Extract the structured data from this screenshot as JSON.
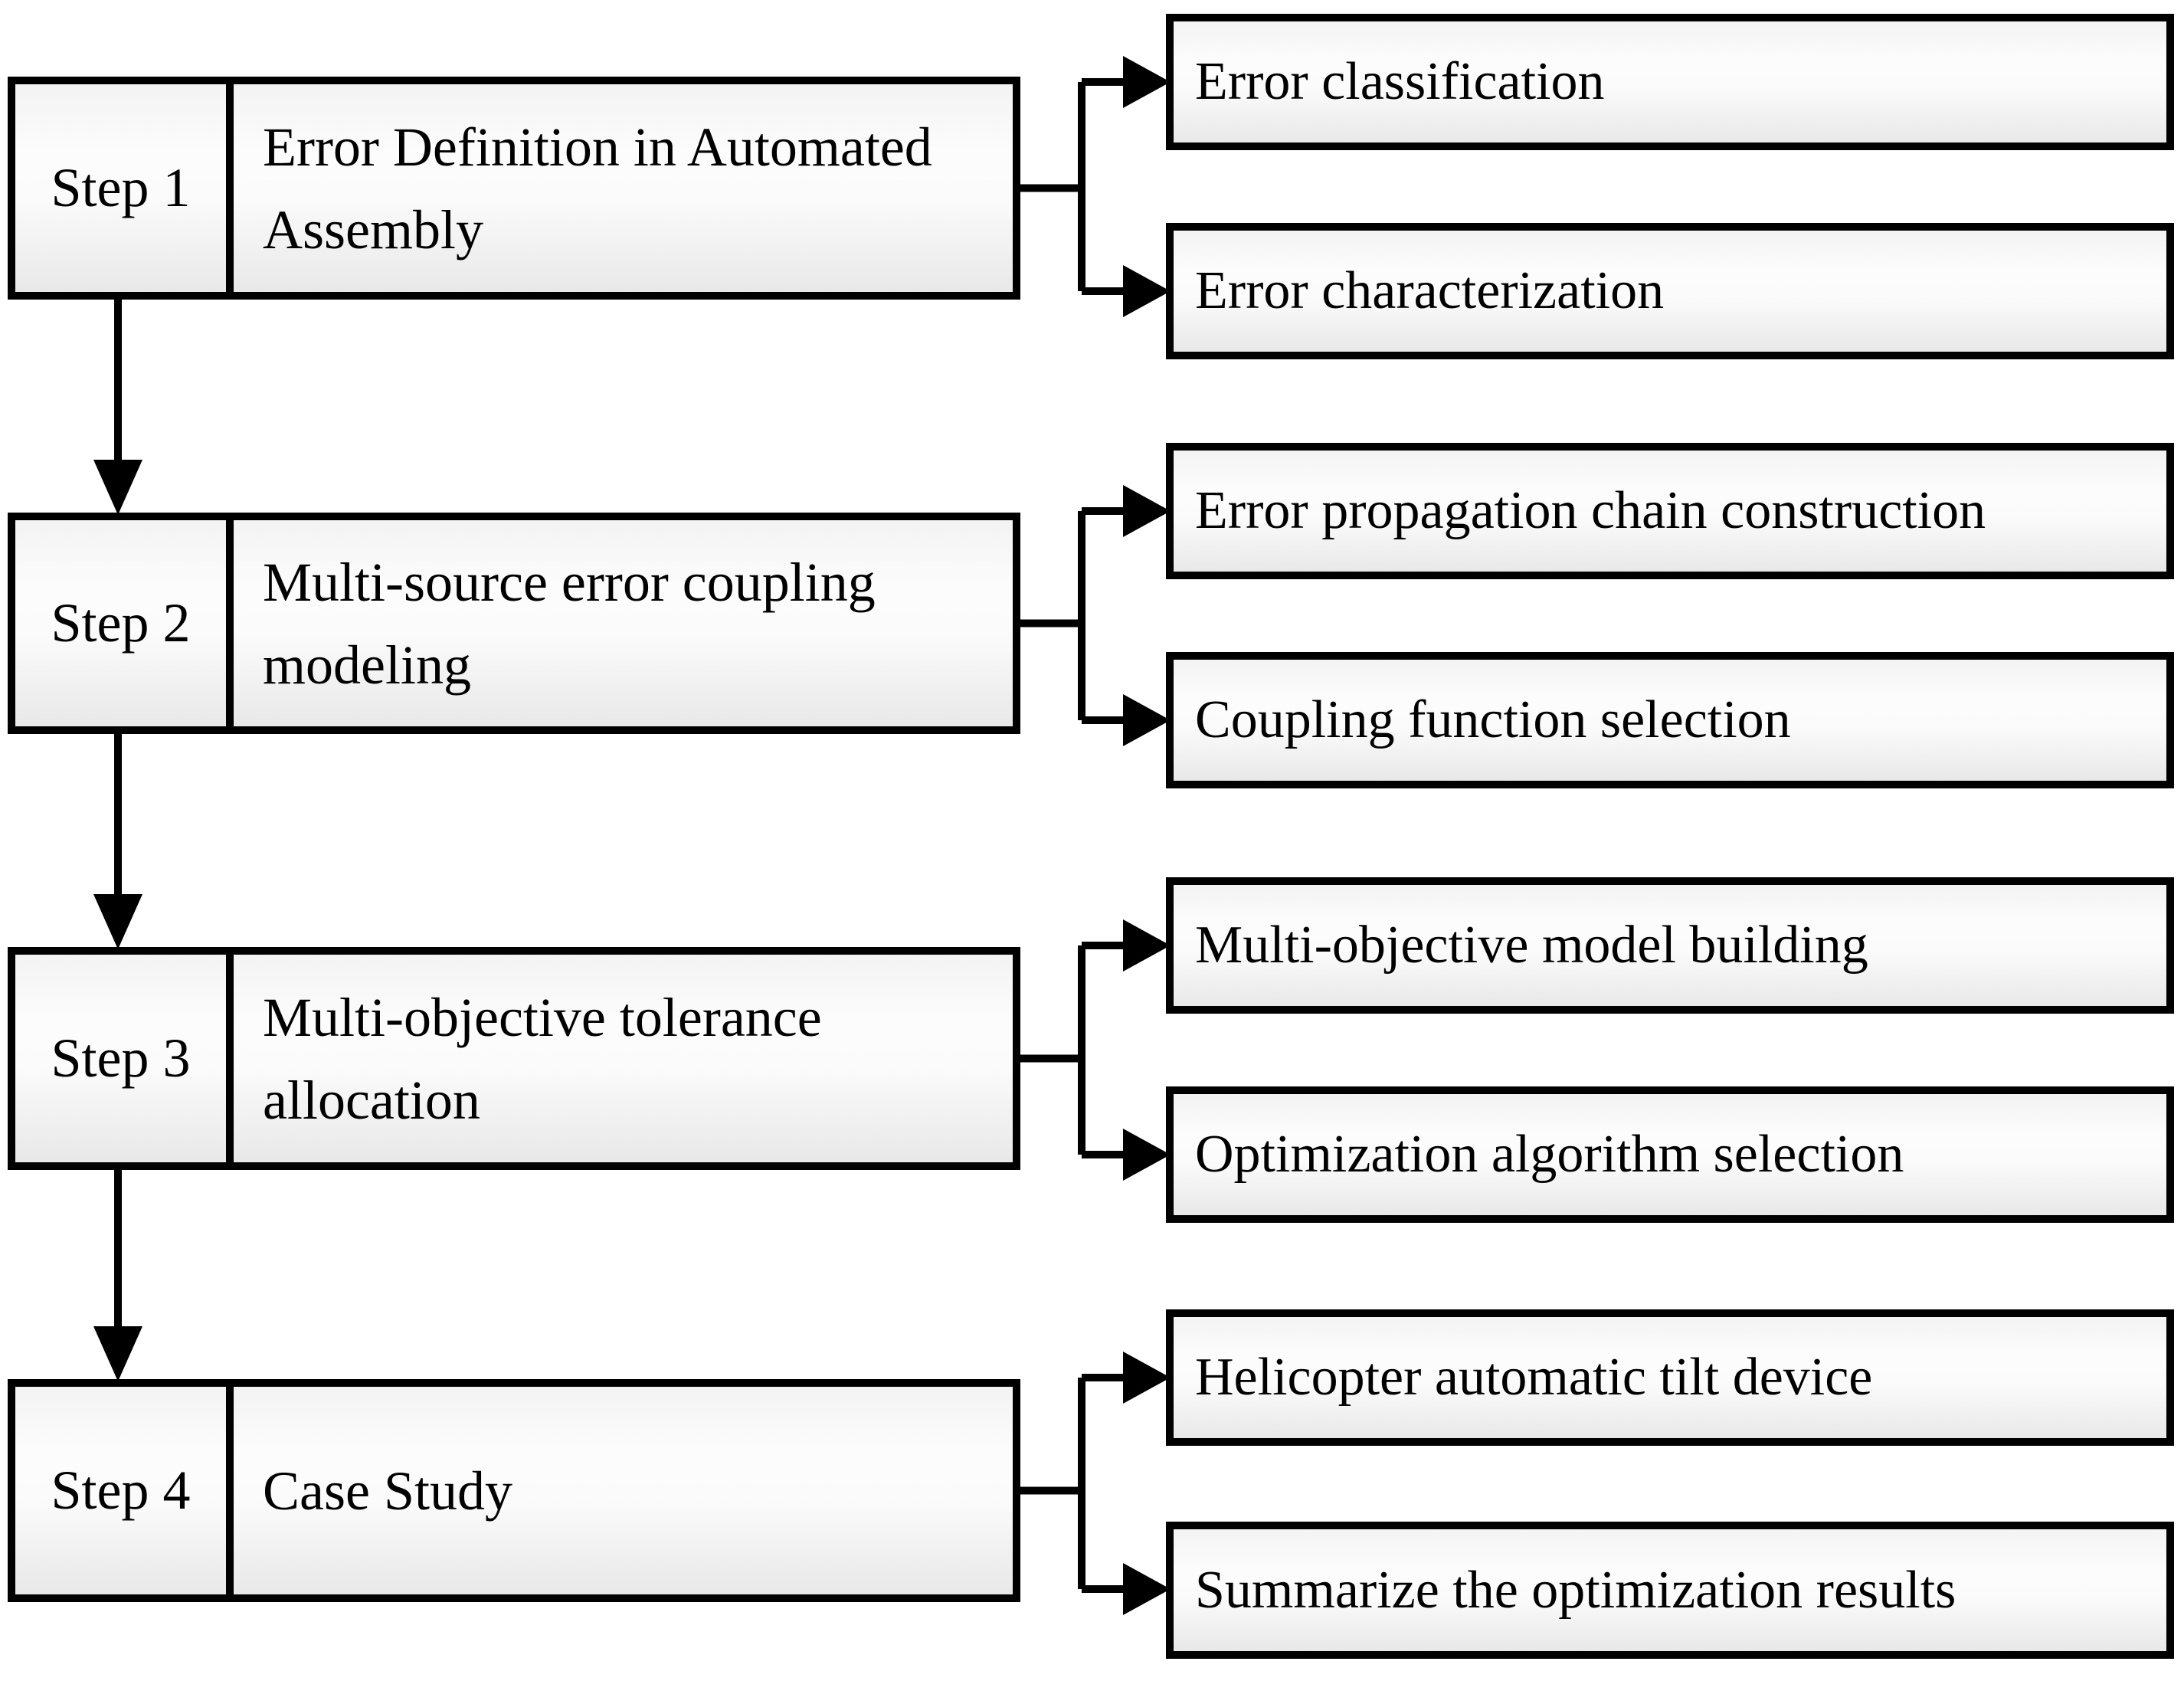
{
  "diagram": {
    "type": "flowchart",
    "colors": {
      "box_border": "#000000",
      "box_fill_top": "#f3f3f3",
      "box_fill_mid": "#fcfcfc",
      "box_fill_bottom": "#e8e8e8",
      "connector": "#000000",
      "text": "#000000",
      "background": "#ffffff"
    },
    "steps": [
      {
        "step_label": "Step 1",
        "title": "Error Definition in Automated Assembly",
        "outputs": [
          "Error classification",
          "Error characterization"
        ]
      },
      {
        "step_label": "Step 2",
        "title": "Multi-source error coupling modeling",
        "outputs": [
          "Error propagation chain construction",
          "Coupling function selection"
        ]
      },
      {
        "step_label": "Step 3",
        "title": "Multi-objective tolerance allocation",
        "outputs": [
          "Multi-objective model building",
          "Optimization algorithm selection"
        ]
      },
      {
        "step_label": "Step 4",
        "title": "Case Study",
        "outputs": [
          "Helicopter automatic tilt device",
          "Summarize the optimization results"
        ]
      }
    ]
  }
}
